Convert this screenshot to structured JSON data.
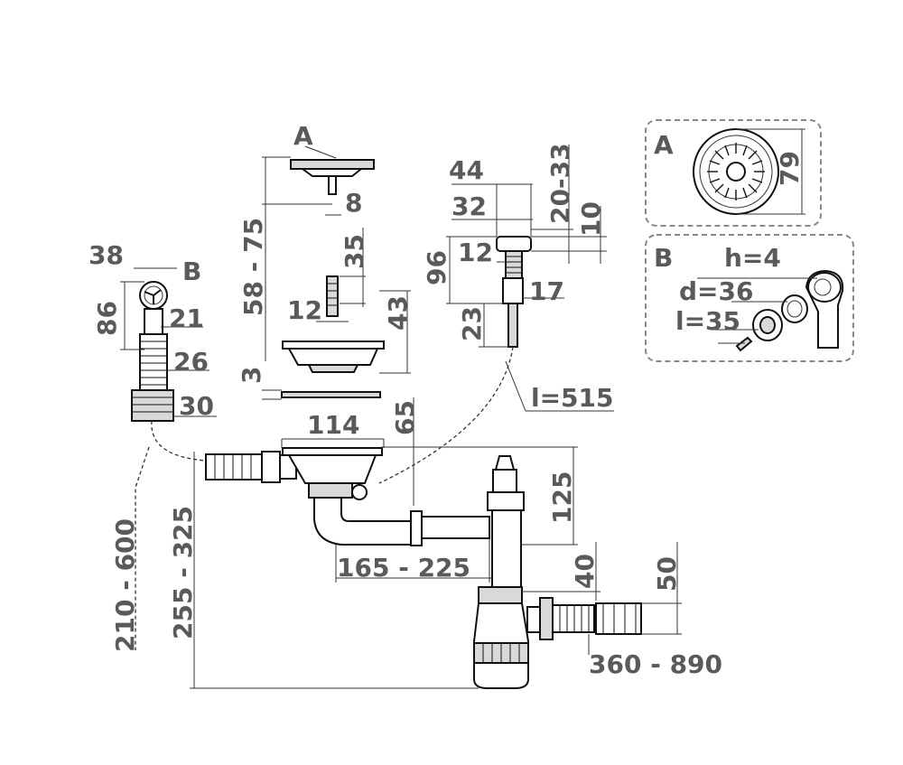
{
  "callouts": {
    "A_top": "A",
    "B_left": "B",
    "A_inset": "A",
    "B_inset": "B"
  },
  "dimensions": {
    "d38": "38",
    "d86": "86",
    "d21": "21",
    "d26": "26",
    "d30": "30",
    "d8": "8",
    "d58_75": "58 - 75",
    "d35": "35",
    "d12_left": "12",
    "d43": "43",
    "d3": "3",
    "d114": "114",
    "d65": "65",
    "d44": "44",
    "d32": "32",
    "d20_33": "20-33",
    "d10": "10",
    "d96": "96",
    "d12_right": "12",
    "d17": "17",
    "d23": "23",
    "l515": "l=515",
    "d210_600": "210 - 600",
    "d255_325": "255 - 325",
    "d165_225": "165 - 225",
    "d125": "125",
    "d40": "40",
    "d50": "50",
    "d360_890": "360 - 890",
    "d79": "79",
    "h4": "h=4",
    "d36": "d=36",
    "l35": "l=35"
  }
}
